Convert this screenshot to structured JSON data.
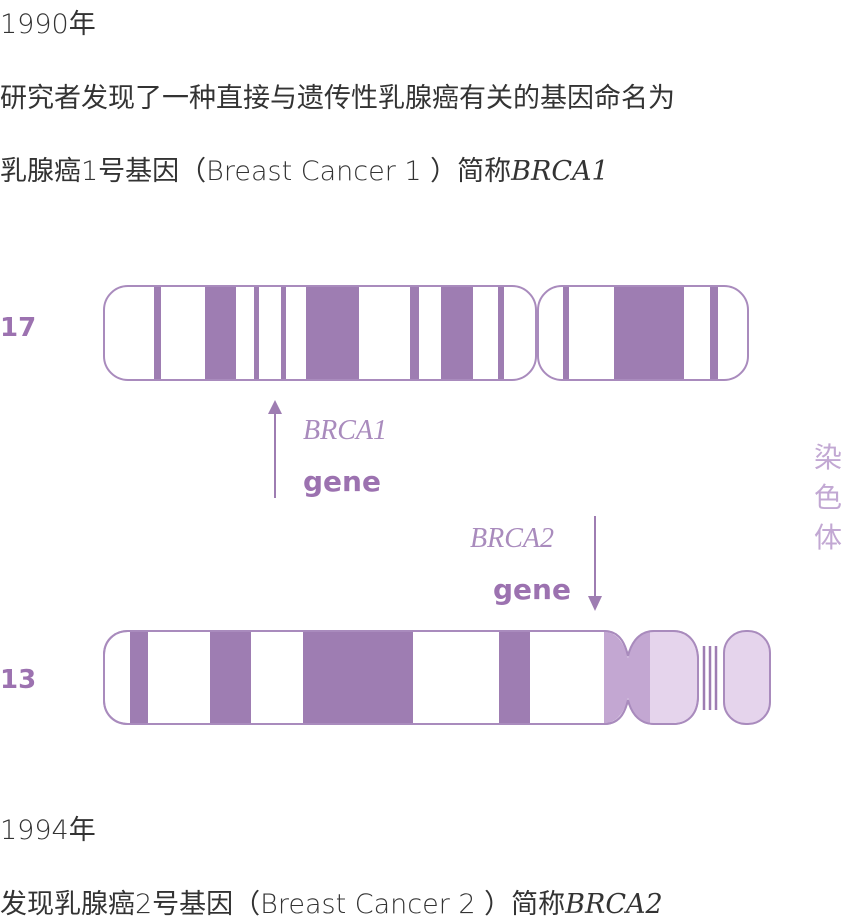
{
  "header": {
    "year_1990": "1990年",
    "line1": "研究者发现了一种直接与遗传性乳腺癌有关的基因命名为",
    "line2_prefix": "乳腺癌1号基因（Breast Cancer 1 ）简称",
    "line2_symbol": "BRCA1"
  },
  "chromosome17": {
    "label": "17",
    "gene_symbol": "BRCA1",
    "gene_word": "gene"
  },
  "chromosome13": {
    "label": "13",
    "gene_symbol": "BRCA2",
    "gene_word": "gene"
  },
  "side_label": "染色体",
  "footer": {
    "year_1994": "1994年",
    "line_prefix": "发现乳腺癌2号基因（Breast Cancer 2 ）简称",
    "line_symbol": "BRCA2"
  },
  "colors": {
    "band": "#9e7db2",
    "outline": "#a98bbd",
    "light_band": "#c3a7d2",
    "lighter_band": "#e5d4ec",
    "text": "#333333"
  }
}
